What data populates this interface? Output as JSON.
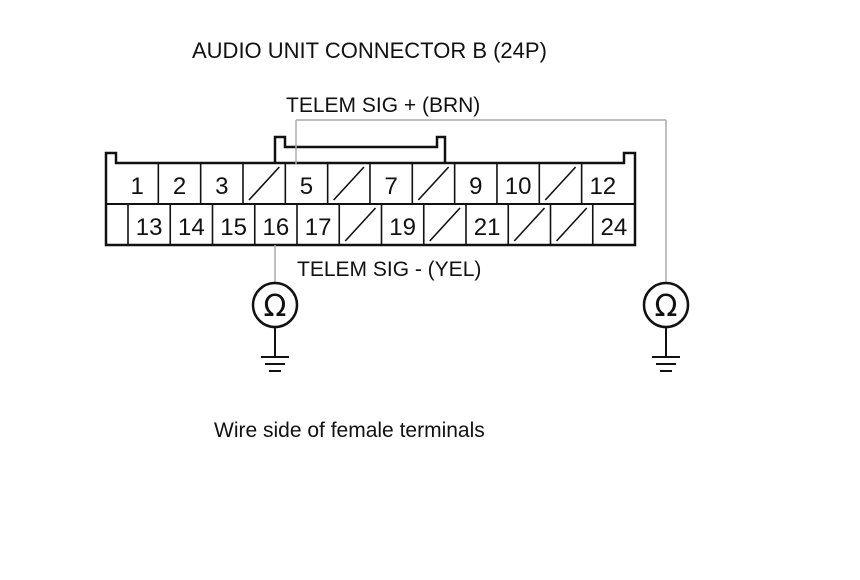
{
  "title": "AUDIO UNIT CONNECTOR B (24P)",
  "wire_top_label": "TELEM SIG +  (BRN)",
  "wire_bottom_label": "TELEM SIG -  (YEL)",
  "caption": "Wire side of female terminals",
  "ohm_symbol": "Ω",
  "top_row": [
    "1",
    "2",
    "3",
    "",
    "5",
    "",
    "7",
    "",
    "9",
    "10",
    "",
    "12"
  ],
  "bottom_row": [
    "13",
    "14",
    "15",
    "16",
    "17",
    "",
    "19",
    "",
    "21",
    "",
    "",
    "24"
  ],
  "probe_pins": [
    "5",
    "16"
  ],
  "meter_icons": [
    "ohmmeter-icon",
    "ground-icon"
  ]
}
